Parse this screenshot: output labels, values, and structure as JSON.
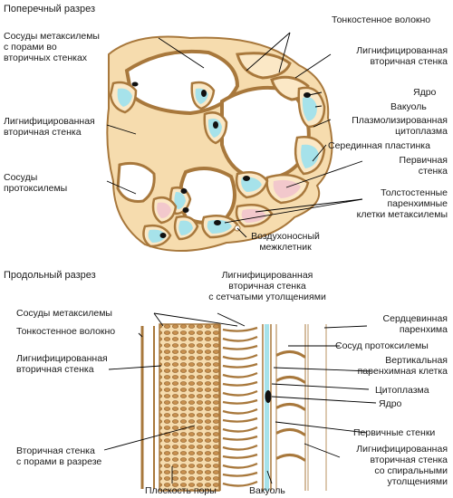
{
  "cross_section": {
    "title": "Поперечный разрез",
    "labels": {
      "meta_vessels": "Сосуды метаксилемы\nс порами во\nвторичных стенках",
      "lignified_left": "Лигнифицированная\nвторичная стенка",
      "proto_vessels": "Сосуды\nпротоксилемы",
      "thin_fiber": "Тонкостенное волокно",
      "lignified_right": "Лигнифицированная\nвторичная стенка",
      "nucleus": "Ядро",
      "vacuole": "Вакуоль",
      "plasmolyzed": "Плазмолизированная\nцитоплазма",
      "middle_lamella": "Серединная пластинка",
      "primary_wall": "Первичная\nстенка",
      "thick_parenchyma": "Толстостенные\nпаренхимные\nклетки метаксилемы",
      "air_space": "Воздухоносный\nмежклетник"
    }
  },
  "longitudinal_section": {
    "title": "Продольный разрез",
    "labels": {
      "lignified_reticulate": "Лигнифицированная\nвторичная стенка\nс сетчатыми утолщениями",
      "meta_vessels": "Сосуды метаксилемы",
      "thin_fiber": "Тонкостенное волокно",
      "lignified_left": "Лигнифицированная\nвторичная стенка",
      "pit_wall": "Вторичная стенка\nс порами в разрезе",
      "pit_plane": "Плоскость поры",
      "vacuole": "Вакуоль",
      "pith_parenchyma": "Сердцевинная\nпаренхима",
      "proto_vessel": "Сосуд протоксилемы",
      "vertical_parenchyma": "Вертикальная\nпаренхимная клетка",
      "cytoplasm": "Цитоплазма",
      "nucleus": "Ядро",
      "primary_walls": "Первичные стенки",
      "lignified_spiral": "Лигнифицированная\nвторичная стенка\nсо спиральными\nутолщениями"
    }
  },
  "colors": {
    "wall_fill": "#f6dcae",
    "wall_stroke": "#a8783c",
    "cytoplasm": "#a6e2ea",
    "vacuole_pink": "#f2c8cc",
    "nucleus": "#111111",
    "leader_line": "#000000"
  }
}
